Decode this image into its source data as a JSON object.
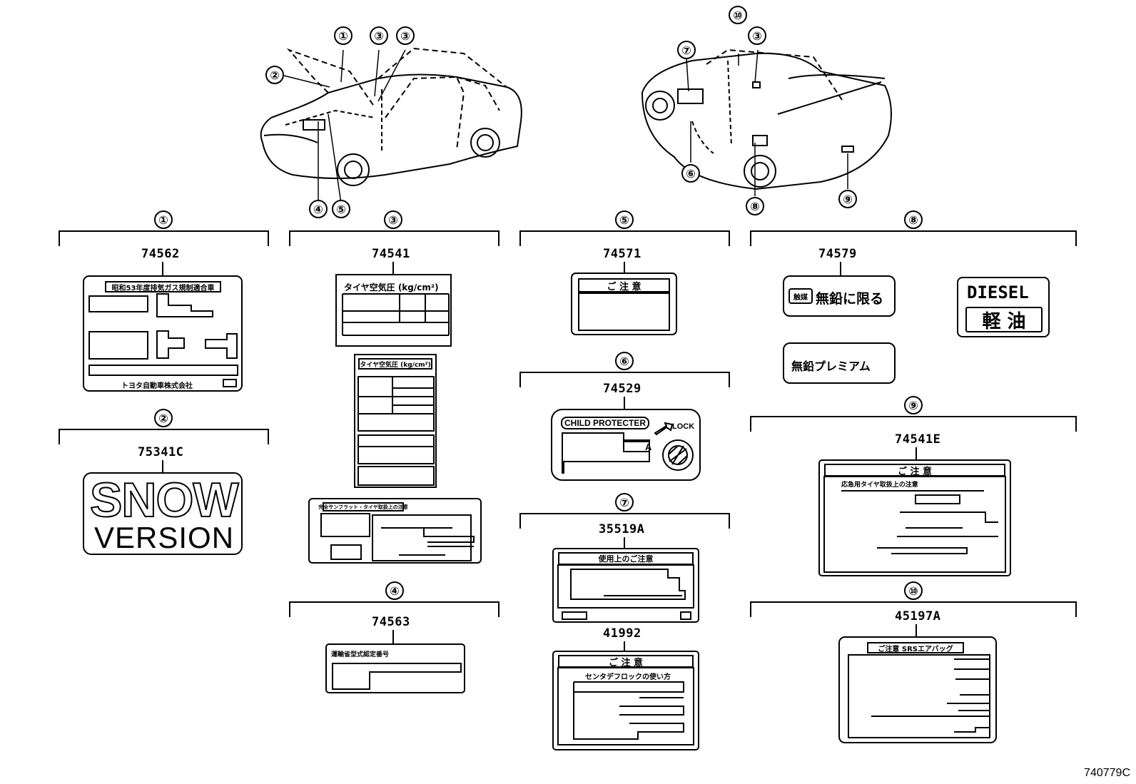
{
  "callouts": {
    "c1": "①",
    "c2": "②",
    "c3": "③",
    "c4": "④",
    "c5": "⑤",
    "c6": "⑥",
    "c7": "⑦",
    "c8": "⑧",
    "c9": "⑨",
    "c10": "⑩"
  },
  "parts": {
    "p74562": "74562",
    "p75341c": "75341C",
    "p74541": "74541",
    "p74563": "74563",
    "p74571": "74571",
    "p74529": "74529",
    "p35519a": "35519A",
    "p41992": "41992",
    "p74579": "74579",
    "p74541e": "74541E",
    "p45197a": "45197A"
  },
  "labels": {
    "emission_title": "昭和53年度排気ガス規制適合車",
    "toyota_company": "トヨタ自動車株式会社",
    "snow": "SNOW",
    "version": "VERSION",
    "tire_pressure_big": "タイヤ空気圧 (kg/cm²)",
    "tire_pressure_small": "タイヤ空気圧 (kg/cm²)",
    "spare_tire_notes": "完全サンフラット・タイヤ取扱上の注意",
    "transport_cert": "運輸省型式認定番号",
    "caution_74571": "ご 注 意",
    "child_protector": "CHILD PROTECTER",
    "lock": "LOCK",
    "child_a": "A",
    "usage_caution": "使用上のご注意",
    "caution_41992": "ご 注 意",
    "center_diff_lock": "センタデフロックの使い方",
    "unleaded_only_prefix": "触媒",
    "unleaded_only": "無鉛に限る",
    "unleaded_premium": "無鉛プレミアム",
    "diesel": "DIESEL",
    "light_oil": "軽 油",
    "caution_74541e": "ご 注 意",
    "emergency_tire": "応急用タイヤ取扱上の注意",
    "srs_airbag": "ご注意 SRSエアバッグ"
  },
  "diagram_code": "740779C"
}
